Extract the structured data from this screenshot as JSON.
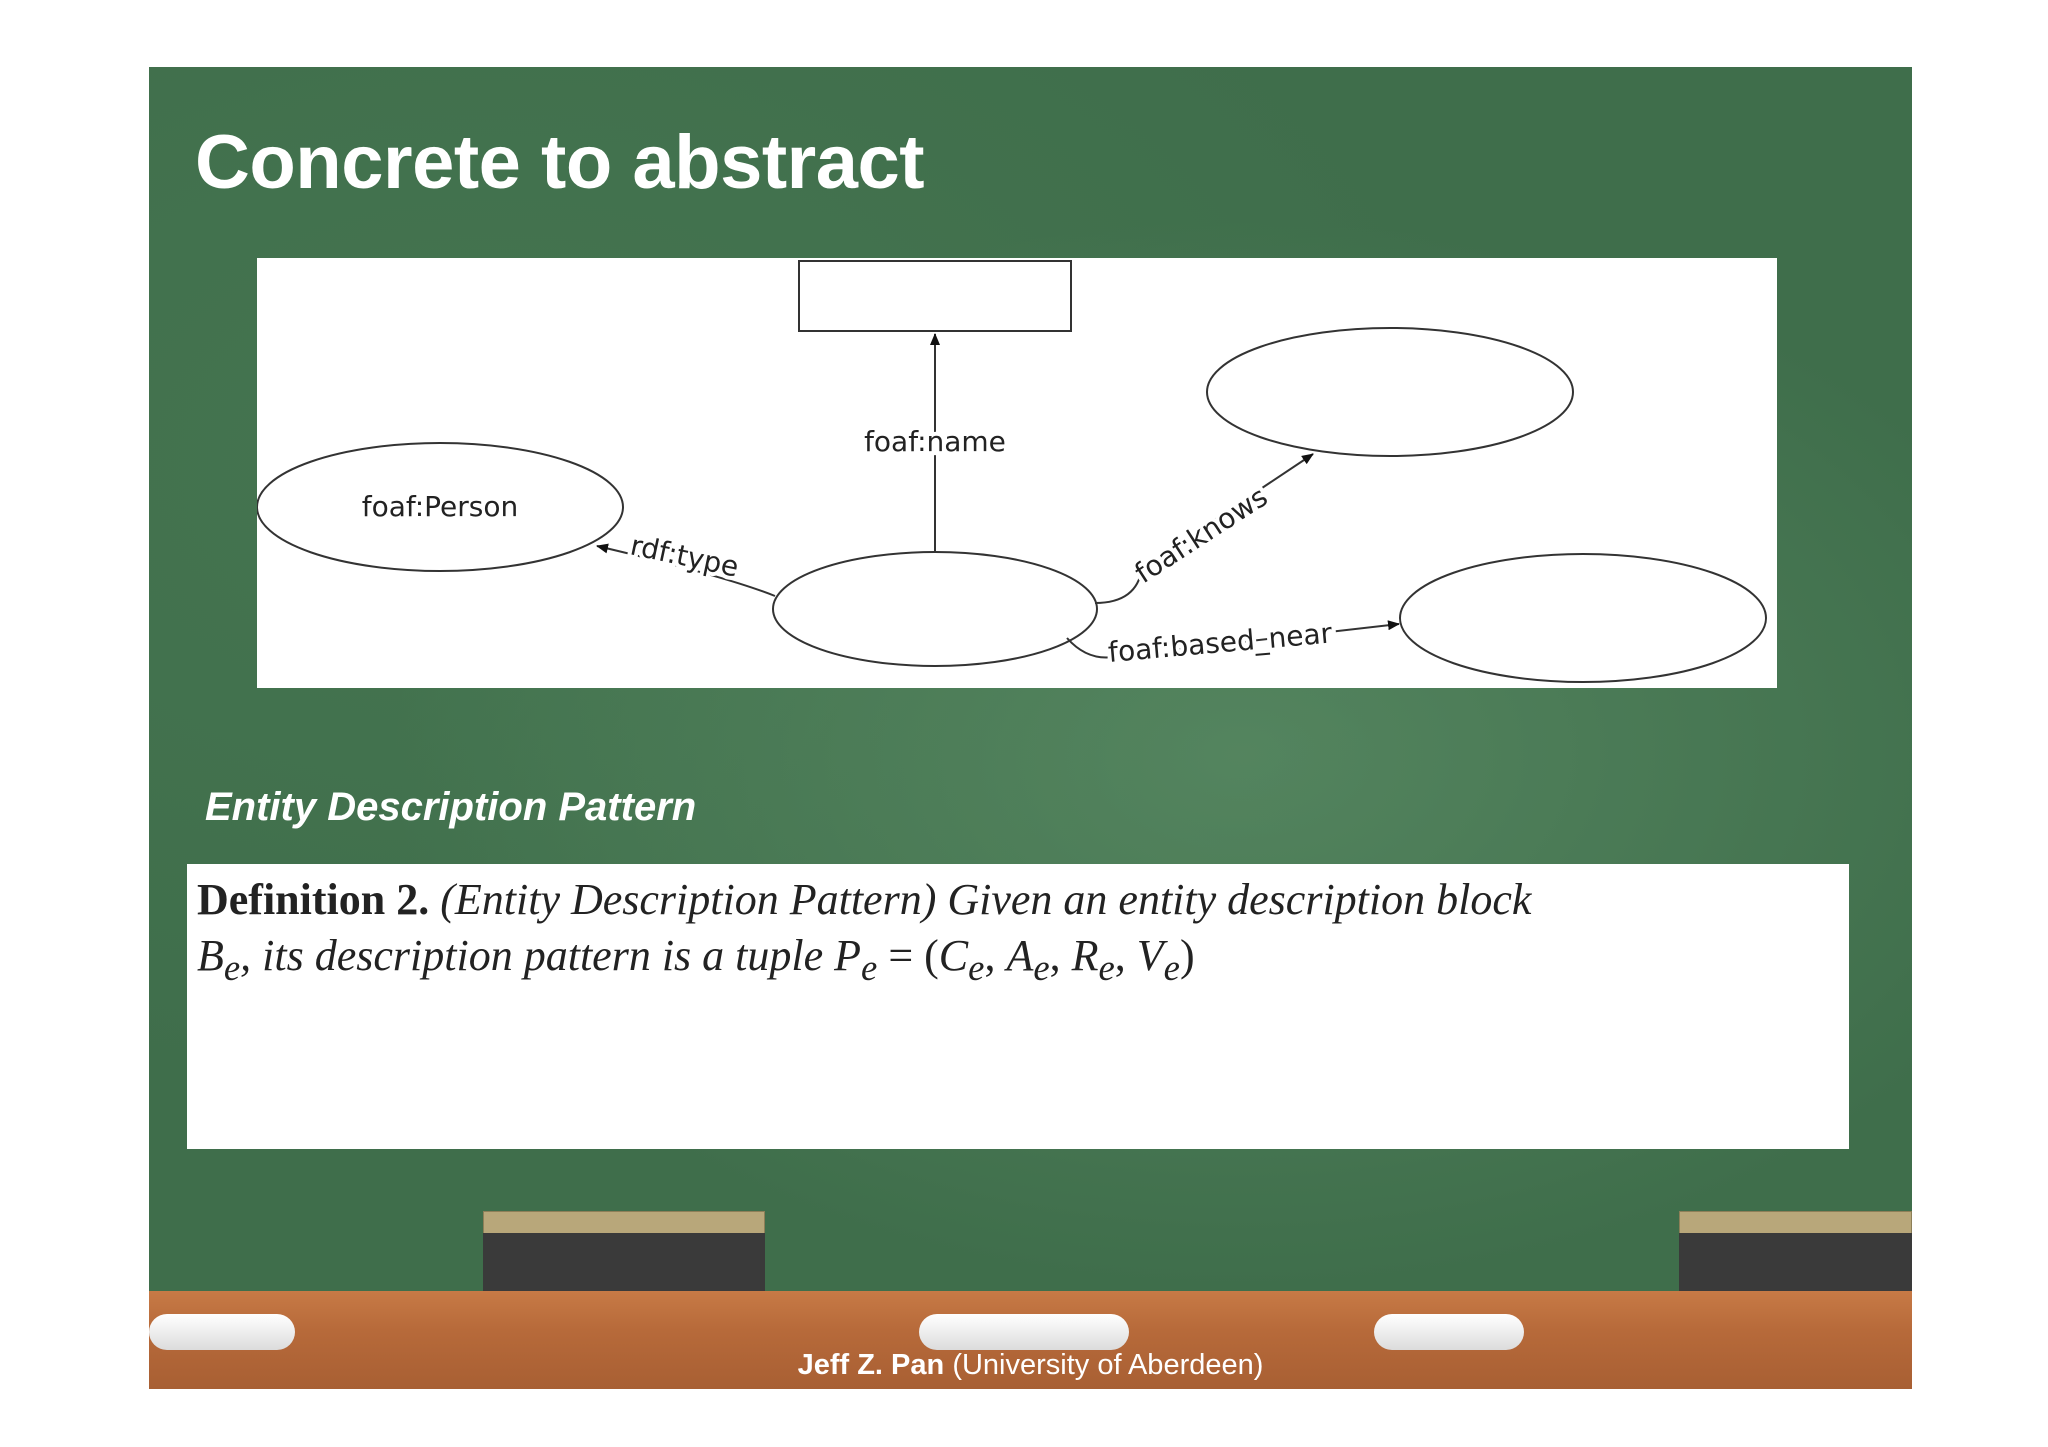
{
  "slide": {
    "title": "Concrete to abstract",
    "subtitle": "Entity Description Pattern"
  },
  "diagram": {
    "nodes": {
      "top_rect": "",
      "person": "foaf:Person",
      "center": "",
      "right_top": "",
      "right_bottom": ""
    },
    "edges": {
      "name": "foaf:name",
      "type": "rdf:type",
      "knows": "foaf:knows",
      "based_near": "foaf:based_near"
    }
  },
  "definition": {
    "head": "Definition 2.",
    "line1_rest": "(Entity Description Pattern) Given an entity description block",
    "be": "B",
    "e": "e",
    "line2_mid": ", its description pattern is a tuple ",
    "pe": "P",
    "eq": " = (",
    "c": "C",
    "a": "A",
    "r": "R",
    "v": "V",
    "comma": ", ",
    "close": ")"
  },
  "footer": {
    "author": "Jeff Z. Pan",
    "affiliation": "(University of  Aberdeen)"
  }
}
